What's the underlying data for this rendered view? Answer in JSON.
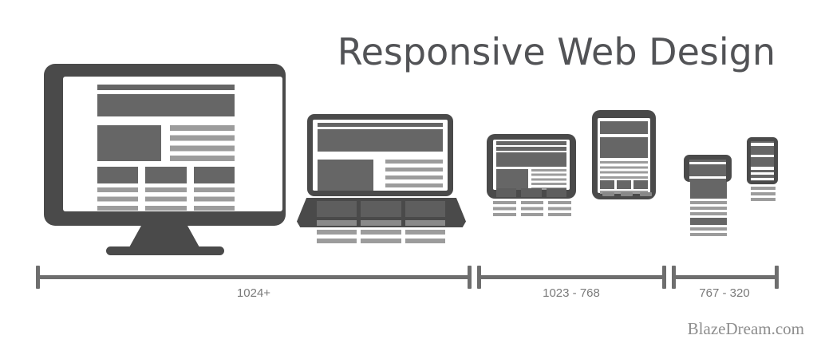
{
  "title": "Responsive Web Design",
  "watermark": "BlazeDream.com",
  "ruler": {
    "segments": [
      {
        "label": "1024+"
      },
      {
        "label": "1023 - 768"
      },
      {
        "label": "767 - 320"
      }
    ]
  },
  "icons": [
    "desktop-monitor-icon",
    "laptop-icon",
    "tablet-landscape-icon",
    "tablet-portrait-icon",
    "phone-large-icon",
    "phone-small-icon"
  ],
  "colors": {
    "device_frame": "#4a4a4a",
    "content_dark": "#666666",
    "content_light": "#9c9c9c",
    "ruler_line": "#6e6e6e",
    "range_label_text": "#7a7a7a",
    "title_text": "#525356",
    "watermark_text": "#8e8e8e",
    "background": "#ffffff"
  }
}
